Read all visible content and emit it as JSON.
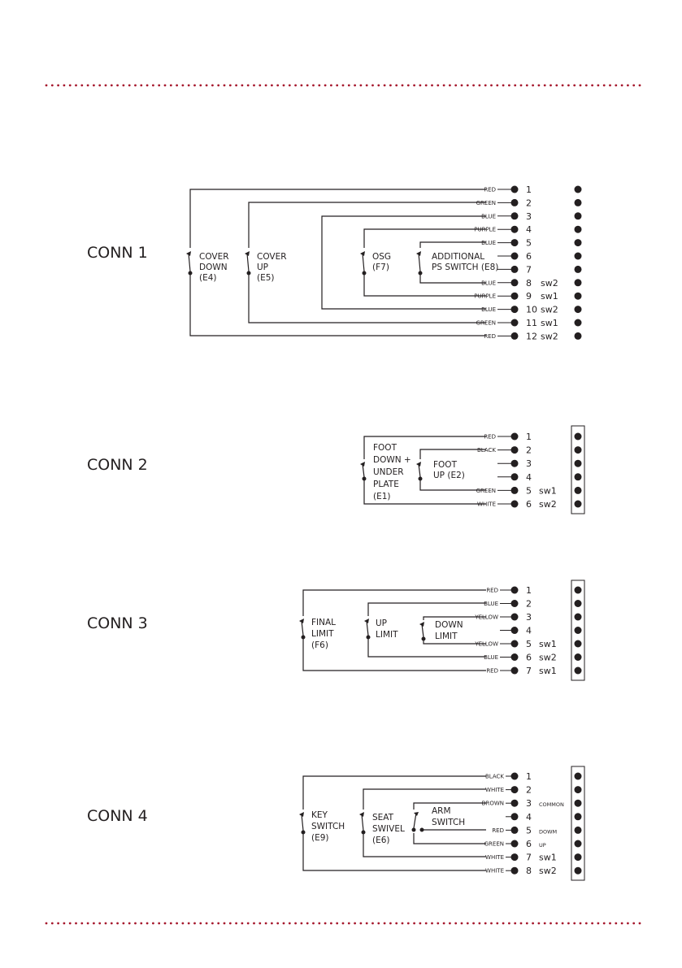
{
  "colors": {
    "line": "#231f20",
    "dots": "#a6192e"
  },
  "conn1": {
    "title": "CONN 1",
    "switches": [
      {
        "label": [
          "COVER",
          "DOWN",
          "(E4)"
        ]
      },
      {
        "label": [
          "COVER",
          "UP",
          "(E5)"
        ]
      },
      {
        "label": [
          "OSG",
          "(F7)"
        ]
      },
      {
        "label": [
          "ADDITIONAL",
          "PS SWITCH (E8)"
        ]
      }
    ],
    "pins": [
      {
        "color": "RED",
        "num": "1",
        "tag": ""
      },
      {
        "color": "GREEN",
        "num": "2",
        "tag": ""
      },
      {
        "color": "BLUE",
        "num": "3",
        "tag": ""
      },
      {
        "color": "PURPLE",
        "num": "4",
        "tag": ""
      },
      {
        "color": "BLUE",
        "num": "5",
        "tag": ""
      },
      {
        "color": "",
        "num": "6",
        "tag": ""
      },
      {
        "color": "",
        "num": "7",
        "tag": ""
      },
      {
        "color": "BLUE",
        "num": "8",
        "tag": "sw2"
      },
      {
        "color": "PURPLE",
        "num": "9",
        "tag": "sw1"
      },
      {
        "color": "BLUE",
        "num": "10",
        "tag": "sw2"
      },
      {
        "color": "GREEN",
        "num": "11",
        "tag": "sw1"
      },
      {
        "color": "RED",
        "num": "12",
        "tag": "sw2"
      }
    ]
  },
  "conn2": {
    "title": "CONN 2",
    "switches": [
      {
        "label": [
          "FOOT",
          "DOWN +",
          "UNDER",
          "PLATE",
          "(E1)"
        ]
      },
      {
        "label": [
          "FOOT",
          "UP (E2)"
        ]
      }
    ],
    "pins": [
      {
        "color": "RED",
        "num": "1",
        "tag": ""
      },
      {
        "color": "BLACK",
        "num": "2",
        "tag": ""
      },
      {
        "color": "",
        "num": "3",
        "tag": ""
      },
      {
        "color": "",
        "num": "4",
        "tag": ""
      },
      {
        "color": "GREEN",
        "num": "5",
        "tag": "sw1"
      },
      {
        "color": "WHITE",
        "num": "6",
        "tag": "sw2"
      }
    ]
  },
  "conn3": {
    "title": "CONN 3",
    "switches": [
      {
        "label": [
          "FINAL",
          "LIMIT",
          "(F6)"
        ]
      },
      {
        "label": [
          "UP",
          "LIMIT"
        ]
      },
      {
        "label": [
          "DOWN",
          "LIMIT"
        ]
      }
    ],
    "pins": [
      {
        "color": "RED",
        "num": "1",
        "tag": ""
      },
      {
        "color": "BLUE",
        "num": "2",
        "tag": ""
      },
      {
        "color": "YELLOW",
        "num": "3",
        "tag": ""
      },
      {
        "color": "",
        "num": "4",
        "tag": ""
      },
      {
        "color": "YELLOW",
        "num": "5",
        "tag": "sw1"
      },
      {
        "color": "BLUE",
        "num": "6",
        "tag": "sw2"
      },
      {
        "color": "RED",
        "num": "7",
        "tag": "sw1"
      }
    ]
  },
  "conn4": {
    "title": "CONN 4",
    "switches": [
      {
        "label": [
          "KEY",
          "SWITCH",
          "(E9)"
        ]
      },
      {
        "label": [
          "SEAT",
          "SWIVEL",
          "(E6)"
        ]
      },
      {
        "label": [
          "ARM",
          "SWITCH"
        ]
      }
    ],
    "pins": [
      {
        "color": "BLACK",
        "num": "1",
        "tag": ""
      },
      {
        "color": "WHITE",
        "num": "2",
        "tag": ""
      },
      {
        "color": "BROWN",
        "num": "3",
        "tag": "COMMON"
      },
      {
        "color": "",
        "num": "4",
        "tag": ""
      },
      {
        "color": "RED",
        "num": "5",
        "tag": "DOWM"
      },
      {
        "color": "GREEN",
        "num": "6",
        "tag": "UP"
      },
      {
        "color": "WHITE",
        "num": "7",
        "tag": "sw1"
      },
      {
        "color": "WHITE",
        "num": "8",
        "tag": "sw2"
      }
    ]
  }
}
